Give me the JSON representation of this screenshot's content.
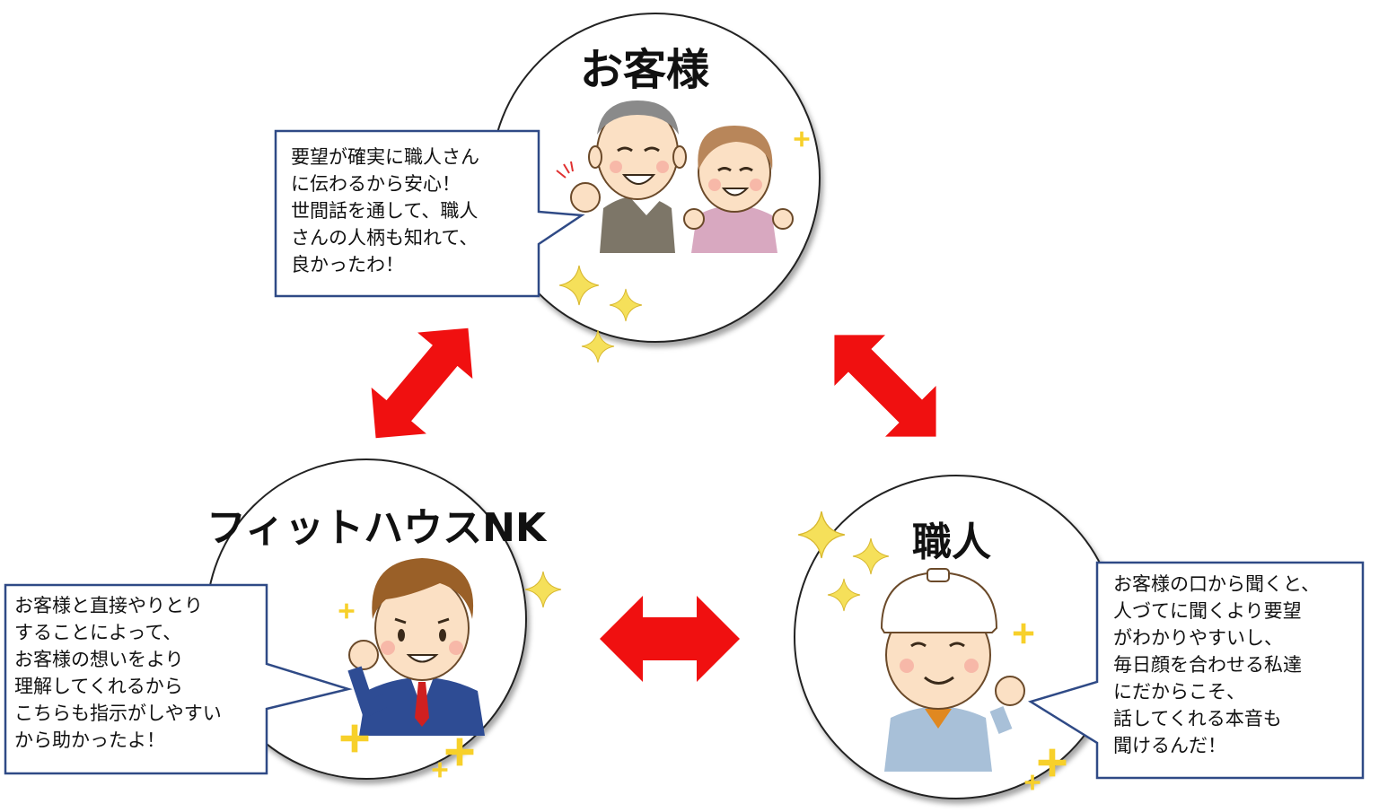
{
  "nodes": {
    "customer": {
      "title": "お客様",
      "comment": "要望が確実に職人さん\nに伝わるから安心！\n世間話を通して、職人\nさんの人柄も知れて、\n良かったわ！"
    },
    "company": {
      "title": "フィットハウスNK",
      "comment": "お客様と直接やりとり\nすることによって、\nお客様の想いをより\n理解してくれるから\nこちらも指示がしやすい\nから助かったよ！"
    },
    "craftsman": {
      "title": "職人",
      "comment": "お客様の口から聞くと、\n人づてに聞くより要望\nがわかりやすいし、\n毎日顔を合わせる私達\nにだからこそ、\n話してくれる本音も\n聞けるんだ！"
    }
  },
  "colors": {
    "arrow": "#f01010",
    "bubble_border": "#2f4a86",
    "sparkle": "#f5e05a",
    "plus_star": "#f7d02a"
  }
}
